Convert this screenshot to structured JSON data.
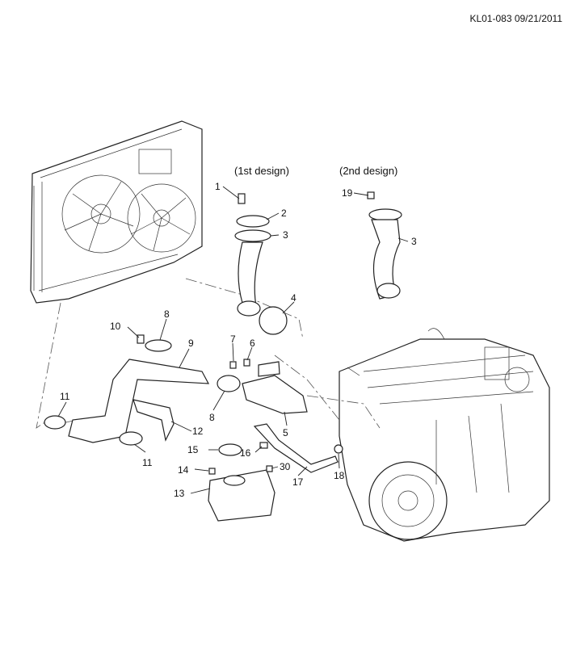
{
  "doc_id": "KL01-083 09/21/2011",
  "designs": {
    "first": "(1st design)",
    "second": "(2nd design)"
  },
  "callouts": {
    "c1": "1",
    "c2": "2",
    "c3a": "3",
    "c3b": "3",
    "c4": "4",
    "c5": "5",
    "c6": "6",
    "c7": "7",
    "c8a": "8",
    "c8b": "8",
    "c9": "9",
    "c10": "10",
    "c11a": "11",
    "c11b": "11",
    "c12": "12",
    "c13": "13",
    "c14": "14",
    "c15": "15",
    "c16": "16",
    "c17": "17",
    "c18": "18",
    "c19": "19",
    "c30": "30"
  }
}
